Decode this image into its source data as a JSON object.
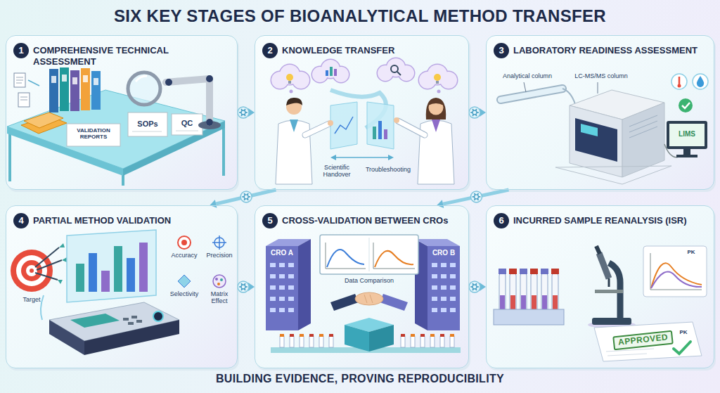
{
  "diagram": {
    "title": "SIX KEY STAGES OF BIOANALYTICAL METHOD TRANSFER",
    "caption": "BUILDING EVIDENCE, PROVING REPRODUCIBILITY",
    "nodes": [
      {
        "text": [
          "1",
          "COMPREHENSIVE TECHNICAL ASSESSMENT"
        ]
      },
      {
        "text": [
          "2",
          "KNOWLEDGE TRANSFER"
        ]
      },
      {
        "text": [
          "3",
          "LABORATORY READINESS ASSESSMENT"
        ]
      },
      {
        "text": [
          "4",
          "PARTIAL METHOD VALIDATION"
        ]
      },
      {
        "text": [
          "5",
          "CROSS-VALIDATION BETWEEN CROs"
        ]
      },
      {
        "text": [
          "6",
          "INCURRED SAMPLE REANALYSIS (ISR)"
        ]
      }
    ],
    "edges": [
      {
        "from": 0,
        "to": 1,
        "arrow": "to"
      },
      {
        "from": 1,
        "to": 2,
        "arrow": "to"
      },
      {
        "from": 1,
        "to": 3,
        "arrow": "to"
      },
      {
        "from": 2,
        "to": 4,
        "arrow": "to"
      },
      {
        "from": 3,
        "to": 4,
        "arrow": "to"
      },
      {
        "from": 4,
        "to": 5,
        "arrow": "to"
      }
    ],
    "labels": [
      "VALIDATION REPORTS",
      "SOPs",
      "QC",
      "Scientific Handover",
      "Troubleshooting",
      "Analytical column",
      "LC-MS/MS column",
      "LIMS",
      "Target",
      "Accuracy",
      "Precision",
      "Selectivity",
      "Matrix Effect",
      "CRO A",
      "Data Comparison",
      "CRO B",
      "PK",
      "PK",
      "APPROVED"
    ]
  }
}
